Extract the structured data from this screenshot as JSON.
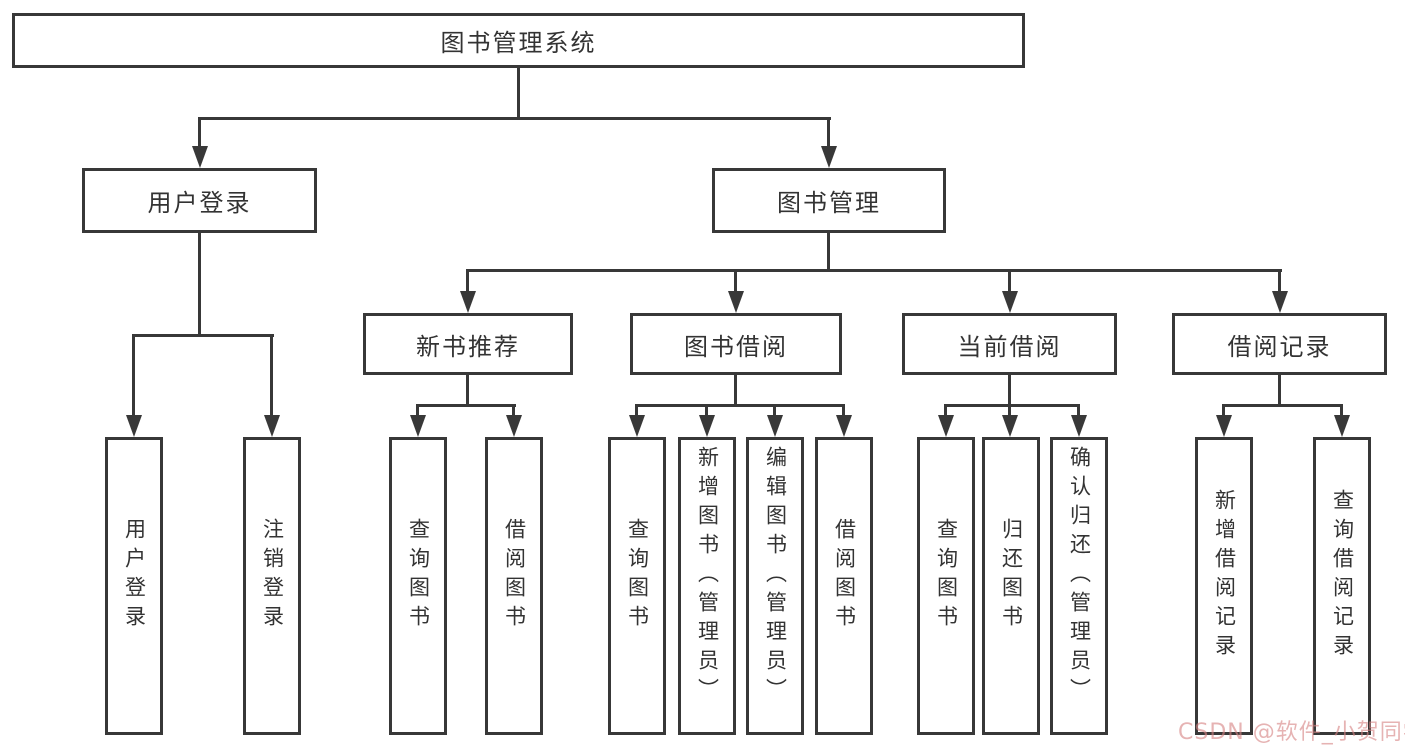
{
  "diagram": {
    "title": "图书管理系统",
    "tree": {
      "root": "图书管理系统",
      "level2": [
        "用户登录",
        "图书管理"
      ],
      "level3": [
        "新书推荐",
        "图书借阅",
        "当前借阅",
        "借阅记录"
      ],
      "leaves": {
        "user_login": [
          "用户登录",
          "注销登录"
        ],
        "new_book_recommend": [
          "查询图书",
          "借阅图书"
        ],
        "book_borrow": [
          "查询图书",
          "新增图书（管理员）",
          "编辑图书（管理员）",
          "借阅图书"
        ],
        "current_borrow": [
          "查询图书",
          "归还图书",
          "确认归还（管理员）"
        ],
        "borrow_records": [
          "新增借阅记录",
          "查询借阅记录"
        ]
      }
    },
    "colors": {
      "line": "#383838",
      "box_background": "#ffffff",
      "text": "#333333",
      "watermark": "#d68484"
    }
  },
  "watermark": "CSDN @软件_小贺同学"
}
